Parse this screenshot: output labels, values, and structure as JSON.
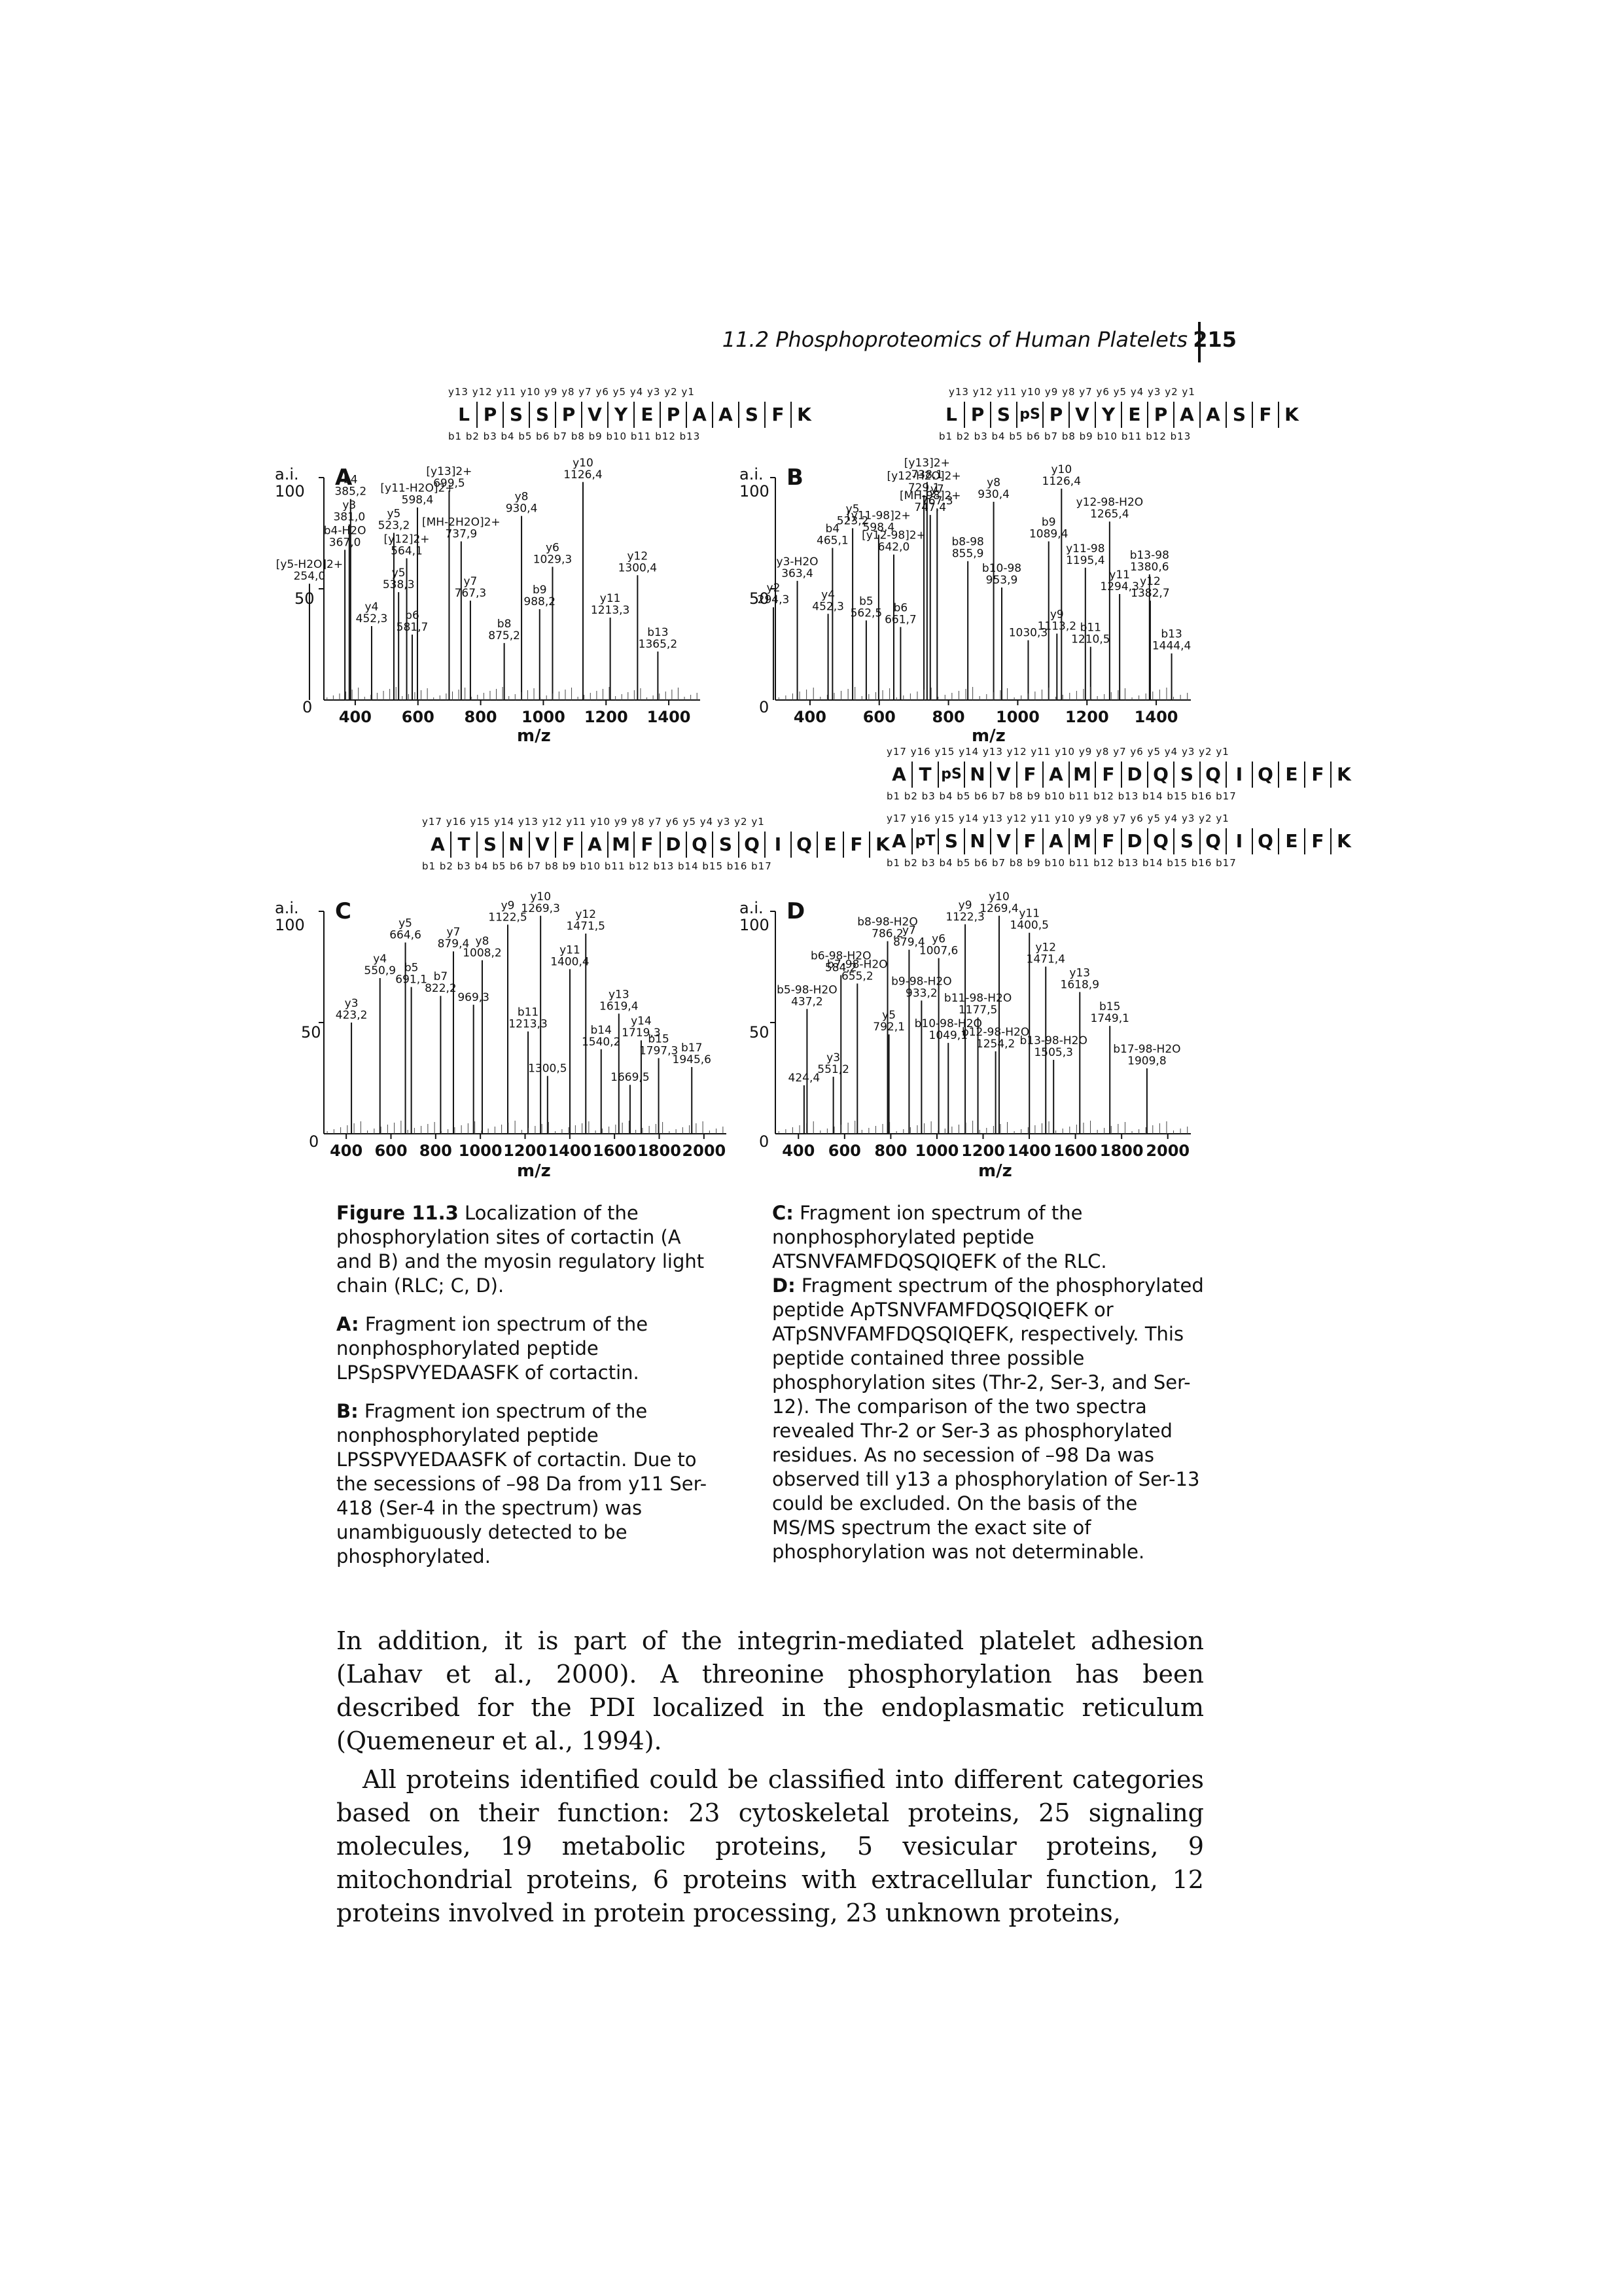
{
  "running_head": {
    "title": "11.2 Phosphoproteomics of Human Platelets",
    "page_number": "215"
  },
  "figure": {
    "panels": [
      {
        "id": "A",
        "letter": "A",
        "yunit_line1": "a.i.",
        "yunit_line2": "100",
        "y50": "50",
        "y0": "0",
        "xunit": "m/z",
        "xticks": [
          "400",
          "600",
          "800",
          "1000",
          "1200",
          "1400"
        ],
        "sequences": [
          {
            "residues": [
              "L",
              "P",
              "S",
              "S",
              "P",
              "V",
              "Y",
              "E",
              "P",
              "A",
              "A",
              "S",
              "F",
              "K"
            ],
            "y_ions": "y13 y12 y11 y10 y9 y8 y7 y6 y5 y4 y3 y2 y1",
            "b_ions": "b1 b2 b3 b4 b5 b6 b7 b8 b9 b10 b11 b12 b13"
          }
        ],
        "annotations": [
          "y10 1126,4",
          "[y13]2+ 699,5",
          "b4 385,2",
          "[y11-H2O]2+ 598,4",
          "y8 930,4",
          "y3 381,0",
          "y5 523,2",
          "[MH-2H2O]2+ 737,9",
          "b4-H2O 367,0",
          "[y12]2+ 564,1",
          "y6 1029,3",
          "y12 1300,4",
          "[y5-H2O]2+ 254,0",
          "y5 538,3",
          "y7 767,3",
          "b9 988,2",
          "y11 1213,3",
          "y4 452,3",
          "b6 581,7",
          "b8 875,2",
          "b13 1365,2"
        ]
      },
      {
        "id": "B",
        "letter": "B",
        "yunit_line1": "a.i.",
        "yunit_line2": "100",
        "y50": "50",
        "y0": "0",
        "xunit": "m/z",
        "xticks": [
          "400",
          "600",
          "800",
          "1000",
          "1200",
          "1400"
        ],
        "sequences": [
          {
            "residues": [
              "L",
              "P",
              "S",
              "pS",
              "P",
              "V",
              "Y",
              "E",
              "P",
              "A",
              "A",
              "S",
              "F",
              "K"
            ],
            "y_ions": "y13 y12 y11 y10 y9 y8 y7 y6 y5 y4 y3 y2 y1",
            "b_ions": "b1 b2 b3 b4 b5 b6 b7 b8 b9 b10 b11 b12 b13"
          }
        ],
        "annotations": [
          "[y13]2+ 738,1",
          "y10 1126,4",
          "[y12-H2O]2+ 729,1",
          "y8 930,4",
          "y7 767,3",
          "[MH-98]2+ 747,4",
          "y12-98-H2O 1265,4",
          "y5 523,2",
          "[y11-98]2+ 598,4",
          "b9 1089,4",
          "b4 465,1",
          "[y12-98]2+ 642,0",
          "b8-98 855,9",
          "y11-98 1195,4",
          "b13-98 1380,6",
          "y3-H2O 363,4",
          "b10-98 953,9",
          "y11 1294,3",
          "y12 1382,7",
          "y2 294,3",
          "y4 452,3",
          "b5 562,5",
          "b6 661,7",
          "y9 1113,2",
          "1030,3",
          "b11 1210,5",
          "b13 1444,4"
        ]
      },
      {
        "id": "C",
        "letter": "C",
        "yunit_line1": "a.i.",
        "yunit_line2": "100",
        "y50": "50",
        "y0": "0",
        "xunit": "m/z",
        "xticks": [
          "400",
          "600",
          "800",
          "1000",
          "1200",
          "1400",
          "1600",
          "1800",
          "2000"
        ],
        "sequences": [
          {
            "residues": [
              "A",
              "T",
              "S",
              "N",
              "V",
              "F",
              "A",
              "M",
              "F",
              "D",
              "Q",
              "S",
              "Q",
              "I",
              "Q",
              "E",
              "F",
              "K"
            ],
            "y_ions": "y17 y16 y15 y14 y13 y12 y11 y10 y9 y8 y7 y6 y5 y4 y3 y2 y1",
            "b_ions": "b1 b2 b3 b4 b5 b6 b7 b8 b9 b10 b11 b12 b13 b14 b15 b16 b17"
          }
        ],
        "annotations": [
          "y10 1269,3",
          "y9 1122,5",
          "y12 1471,5",
          "y5 664,6",
          "y7 879,4",
          "y8 1008,2",
          "y11 1400,4",
          "y4 550,9",
          "b5 691,1",
          "b7 822,2",
          "969,3",
          "y13 1619,4",
          "y3 423,2",
          "b11 1213,3",
          "y14 1719,3",
          "b14 1540,2",
          "b15 1797,3",
          "b17 1945,6",
          "1300,5",
          "1669,5"
        ]
      },
      {
        "id": "D",
        "letter": "D",
        "yunit_line1": "a.i.",
        "yunit_line2": "100",
        "y50": "50",
        "y0": "0",
        "xunit": "m/z",
        "xticks": [
          "400",
          "600",
          "800",
          "1000",
          "1200",
          "1400",
          "1600",
          "1800",
          "2000"
        ],
        "sequences": [
          {
            "residues": [
              "A",
              "T",
              "pS",
              "N",
              "V",
              "F",
              "A",
              "M",
              "F",
              "D",
              "Q",
              "S",
              "Q",
              "I",
              "Q",
              "E",
              "F",
              "K"
            ],
            "y_ions": "y17 y16 y15 y14 y13 y12 y11 y10 y9 y8 y7 y6 y5 y4 y3 y2 y1",
            "b_ions": "b1 b2 b3 b4 b5 b6 b7 b8 b9 b10 b11 b12 b13 b14 b15 b16 b17"
          },
          {
            "residues": [
              "A",
              "pT",
              "S",
              "N",
              "V",
              "F",
              "A",
              "M",
              "F",
              "D",
              "Q",
              "S",
              "Q",
              "I",
              "Q",
              "E",
              "F",
              "K"
            ],
            "y_ions": "y17 y16 y15 y14 y13 y12 y11 y10 y9 y8 y7 y6 y5 y4 y3 y2 y1",
            "b_ions": "b1 b2 b3 b4 b5 b6 b7 b8 b9 b10 b11 b12 b13 b14 b15 b16 b17"
          }
        ],
        "annotations": [
          "y10 1269,4",
          "y9 1122,3",
          "y11 1400,5",
          "b8-98-H2O 786,2",
          "y7 879,4",
          "y6 1007,6",
          "y12 1471,4",
          "b6-98-H2O 584,2",
          "b7-98-H2O 655,2",
          "y13 1618,9",
          "b9-98-H2O 933,2",
          "b5-98-H2O 437,2",
          "b11-98-H2O 1177,5",
          "b15 1749,1",
          "y5 792,1",
          "b10-98-H2O 1049,1",
          "b12-98-H2O 1254,2",
          "b13-98-H2O 1505,3",
          "b17-98-H2O 1909,8",
          "y3 551,2",
          "424,4"
        ]
      }
    ],
    "caption_left": {
      "figure_label": "Figure 11.3",
      "intro": "Localization of the phosphorylation sites of cortactin (A and B) and the myosin regulatory light chain (RLC; C, D).",
      "a_label": "A:",
      "a_text": "Fragment ion spectrum of the nonphosphorylated peptide LPSpSPVYEDAASFK of cortactin.",
      "b_label": "B:",
      "b_text": "Fragment ion spectrum of the nonphosphorylated peptide LPSSPVYEDAASFK of cortactin. Due to the secessions of –98 Da from y11 Ser-418 (Ser-4 in the spectrum) was unambiguously detected to be phosphorylated."
    },
    "caption_right": {
      "c_label": "C:",
      "c_text": "Fragment ion spectrum of the nonphosphorylated peptide ATSNVFAMFDQSQIQEFK of the RLC.",
      "d_label": "D:",
      "d_text": "Fragment spectrum of the phosphorylated peptide ApTSNVFAMFDQSQIQEFK or ATpSNVFAMFDQSQIQEFK, respectively. This peptide contained three possible phosphorylation sites (Thr-2, Ser-3, and Ser-12). The comparison of the two spectra revealed Thr-2 or Ser-3 as phosphorylated residues. As no secession of –98 Da was observed till y13 a phosphorylation of Ser-13 could be excluded. On the basis of the MS/MS spectrum the exact site of phosphorylation was not determinable."
    }
  },
  "body": {
    "paragraph1": "In addition, it is part of the integrin-mediated platelet adhesion (Lahav et al., 2000). A threonine phosphorylation has been described for the PDI localized in the endoplasmatic reticulum (Quemeneur et al., 1994).",
    "paragraph2": "All proteins identified could be classified into different categories based on their function: 23 cytoskeletal proteins, 25 signaling molecules, 19 metabolic proteins, 5 vesicular proteins, 9 mitochondrial proteins, 6 proteins with extracellular function, 12 proteins involved in protein processing, 23 unknown proteins,"
  }
}
